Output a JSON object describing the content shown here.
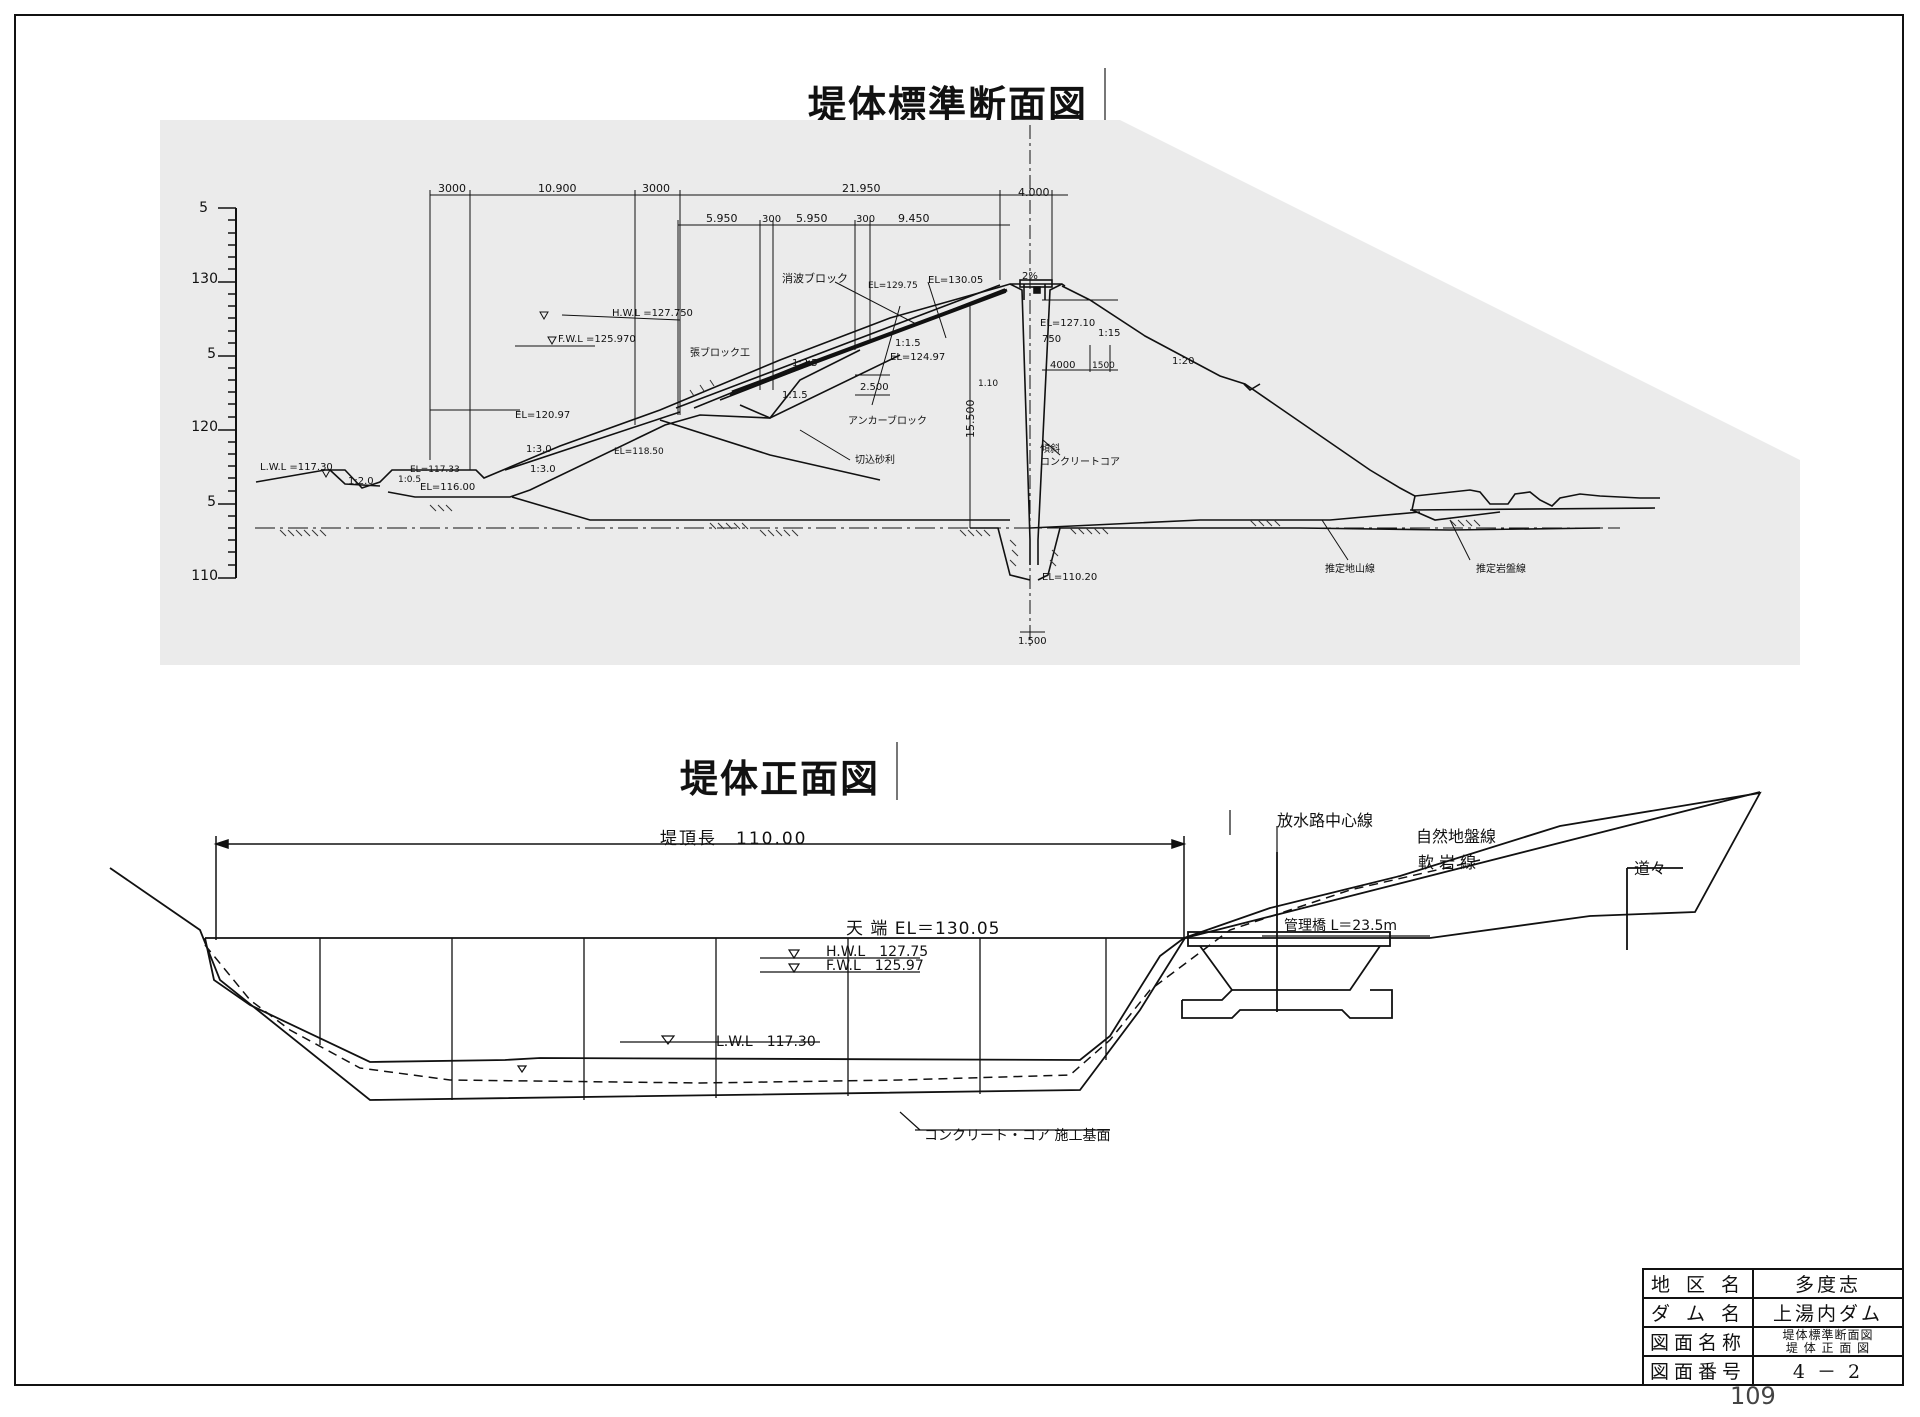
{
  "page_number": "109",
  "cross_section": {
    "title": "堤体標準断面図",
    "scale_labels": [
      "5",
      "130",
      "5",
      "120",
      "5",
      "110"
    ],
    "dims_top": [
      "3000",
      "10.900",
      "3000",
      "21.950",
      "4.000"
    ],
    "dims_second": [
      "5.950",
      "300",
      "5.950",
      "300",
      "9.450"
    ],
    "labels": {
      "shouha_block": "消波ブロック",
      "el_12975": "EL=129.75",
      "el_13005": "EL=130.05",
      "crest_slope": "2%",
      "hwl": "H.W.L =127.750",
      "fwl": "F.W.L =125.970",
      "el_12710": "EL=127.10",
      "slope_115a": "1:15",
      "slope_115b": "1:1.5",
      "dim_750": "750",
      "el_12497": "EL=124.97",
      "dim_4000": "4000",
      "dim_1500": "1500",
      "slope_120_ds": "1:20",
      "nagashi_block": "張ブロック工",
      "slope_125": "1:2.5",
      "slope_15": "1:1.5",
      "dim_2500": "2.500",
      "el_12097": "EL=120.97",
      "anchor_block": "アンカーブロック",
      "dim_15500": "15.500",
      "slope_130a": "1:3.0",
      "slope_130b": "1:3.0",
      "el_11850": "EL=118.50",
      "kirikomi": "切込砂利",
      "core_label_1": "傾斜",
      "core_label_2": "コンクリートコア",
      "lwl": "L.W.L =117.30",
      "el_11733": "EL=117.33",
      "el_11600": "EL=116.00",
      "slope_120": "1:2.0",
      "slope_105": "1:0.5",
      "el_11020": "EL=110.20",
      "dim_1_500": "1.500",
      "dim_110": "1.10",
      "ground_line": "推定地山線",
      "rock_line": "推定岩盤線"
    }
  },
  "front_view": {
    "title": "堤体正面図",
    "crest_length": "堤頂長　110.00",
    "crest_el": "天 端 EL＝130.05",
    "hwl": "H.W.L　127.75",
    "fwl": "F.W.L　125.97",
    "lwl": "L.W.L　117.30",
    "spillway": "放水路中心線",
    "natural_ground": "自然地盤線",
    "soft_rock": "軟 岩 線",
    "road": "道々",
    "bridge": "管理橋 L＝23.5m",
    "core_base": "コンクリート・コア 施工基面"
  },
  "title_block": {
    "rows": [
      {
        "key": "地 区 名",
        "value": "多度志"
      },
      {
        "key": "ダ ム 名",
        "value": "上湯内ダム"
      },
      {
        "key": "図面名称",
        "value": "堤体標準断面図",
        "value2": "堤 体 正 面 図"
      },
      {
        "key": "図面番号",
        "value": "4 － 2"
      }
    ]
  }
}
